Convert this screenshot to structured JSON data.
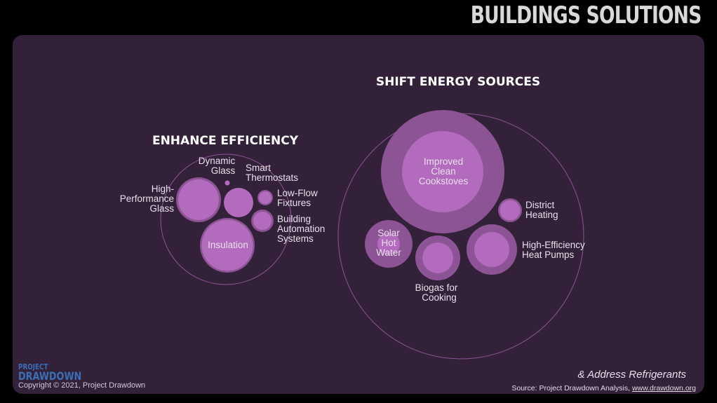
{
  "page_title": "BUILDINGS SOLUTIONS",
  "colors": {
    "background": "#33213a",
    "bubble_outer": "#8c5494",
    "bubble_inner": "#b36bbd",
    "group_outline": "#8c5494"
  },
  "groups": [
    {
      "title": "ENHANCE EFFICIENCY",
      "labels": {
        "hpg": [
          "High-",
          "Performance",
          "Glass"
        ],
        "dyn": [
          "Dynamic",
          "Glass"
        ],
        "smart": [
          "Smart",
          "Thermostats"
        ],
        "lowflow": [
          "Low-Flow",
          "Fixtures"
        ],
        "bas": [
          "Building",
          "Automation",
          "Systems"
        ],
        "ins": [
          "Insulation"
        ]
      }
    },
    {
      "title": "SHIFT ENERGY SOURCES",
      "labels": {
        "cook": [
          "Improved",
          "Clean",
          "Cookstoves"
        ],
        "dh": [
          "District",
          "Heating"
        ],
        "solar": [
          "Solar",
          "Hot",
          "Water"
        ],
        "biogas": [
          "Biogas for",
          "Cooking"
        ],
        "hp": [
          "High-Efficiency",
          "Heat Pumps"
        ]
      }
    }
  ],
  "footer": {
    "logo_line1": "PROJECT",
    "logo_line2": "DRAWDOWN",
    "copyright": "Copyright © 2021, Project Drawdown",
    "refrigerants": "& Address Refrigerants",
    "source_prefix": "Source: Project Drawdown Analysis, ",
    "source_link": "www.drawdown.org"
  }
}
